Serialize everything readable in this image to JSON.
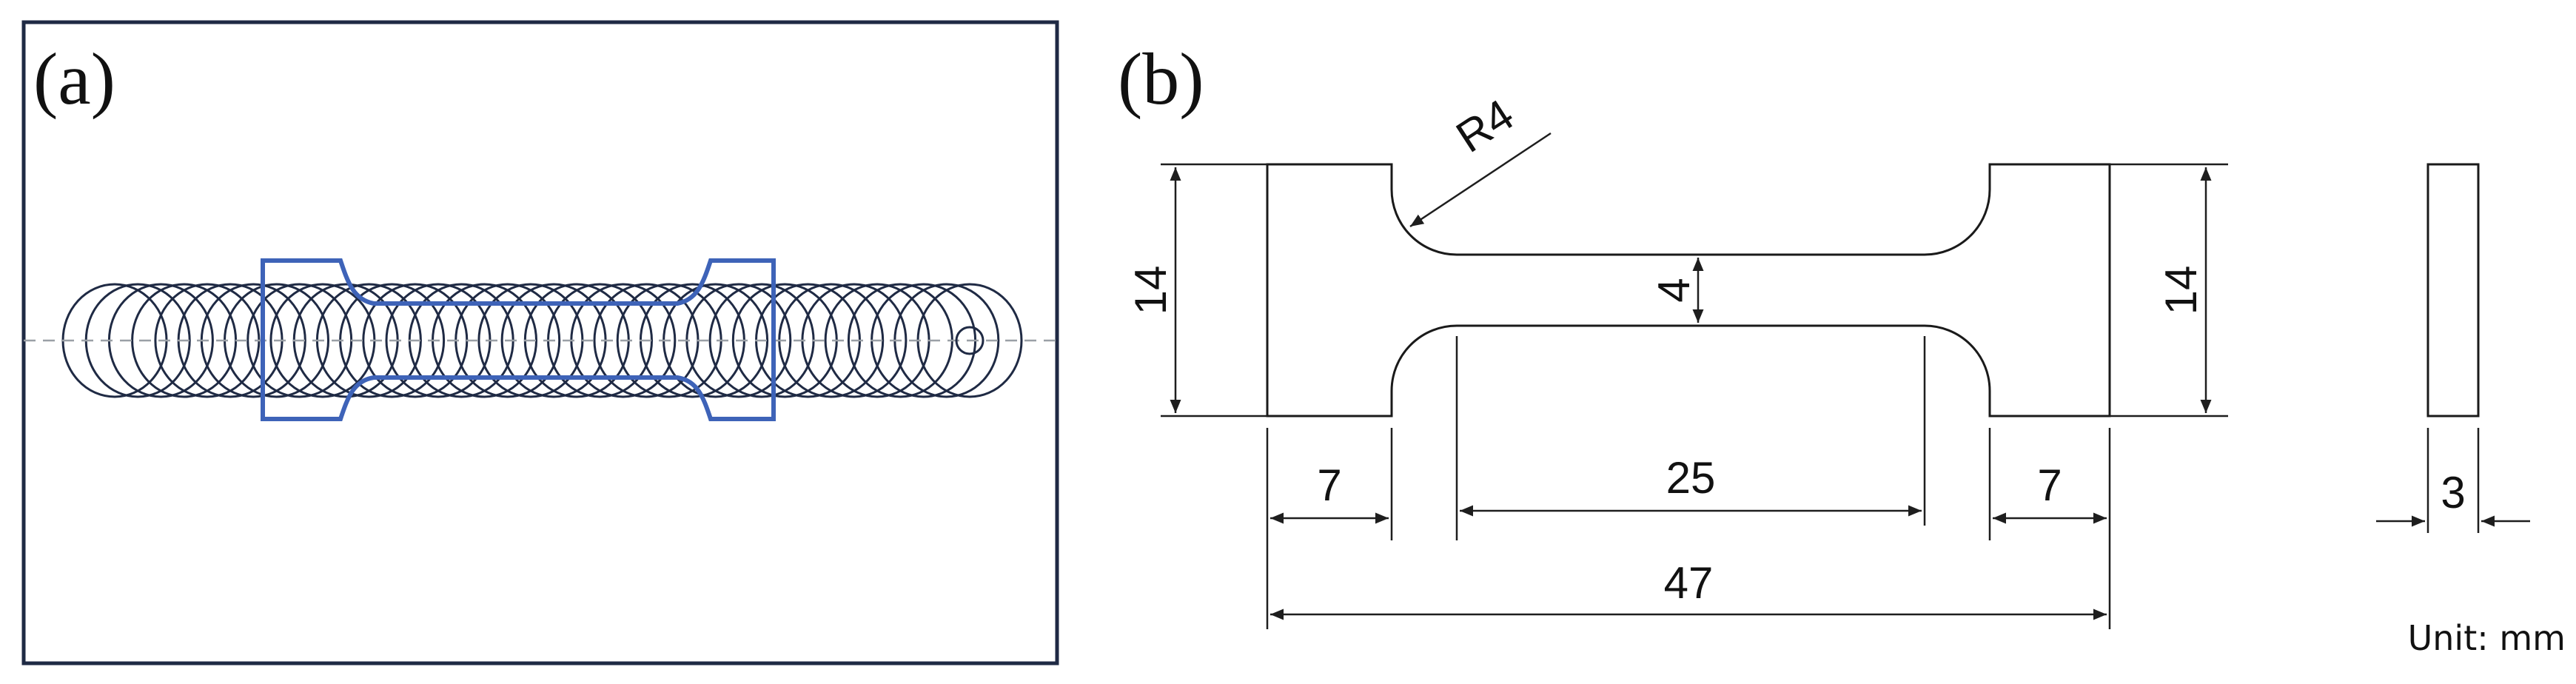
{
  "panel_a": {
    "label": "(a)"
  },
  "panel_b": {
    "label": "(b)",
    "dimensions": {
      "radius": "R4",
      "left_height": "14",
      "right_height": "14",
      "gauge_width": "4",
      "left_grip_length": "7",
      "gauge_length": "25",
      "right_grip_length": "7",
      "total_length": "47",
      "thickness": "3"
    },
    "unit_label": "Unit: mm"
  },
  "colors": {
    "frame": "#1f2a44",
    "specimen_outline": "#3e63b8",
    "drawing_line": "#1a1a1a",
    "centerline": "#9aa0a6"
  }
}
